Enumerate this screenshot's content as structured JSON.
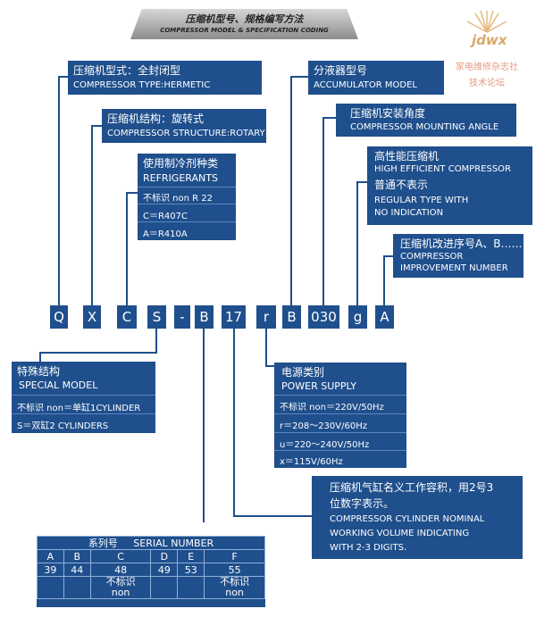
{
  "header": {
    "title": "压缩机型号、规格编写方法",
    "subtitle": "COMPRESSOR MODEL & SPECIFICATION CODING"
  },
  "watermark": {
    "logo": "jdwx",
    "line1": "家电维修杂志社",
    "line2": "技术论坛"
  },
  "model_code": [
    "Q",
    "X",
    "C",
    "S",
    "-",
    "B",
    "17",
    "r",
    "B",
    "030",
    "g",
    "A"
  ],
  "boxes": {
    "compressor_type": {
      "cn": "压缩机型式：全封闭型",
      "en": "COMPRESSOR TYPE:HERMETIC"
    },
    "compressor_structure": {
      "cn": "压缩机结构：旋转式",
      "en": "COMPRESSOR STRUCTURE:ROTARY"
    },
    "refrigerants": {
      "cn": "使用制冷剂种类",
      "en": "REFRIGERANTS",
      "options": [
        "不标识 non   R 22",
        "C＝R407C",
        "A＝R410A"
      ]
    },
    "accumulator": {
      "cn": "分液器型号",
      "en": "ACCUMULATOR MODEL"
    },
    "mounting_angle": {
      "cn": "压缩机安装角度",
      "en": "COMPRESSOR  MOUNTING ANGLE"
    },
    "high_efficient": {
      "cn": "高性能压缩机",
      "en": "HIGH EFFICIENT COMPRESSOR",
      "cn2": "普通不表示",
      "en2a": "REGULAR TYPE WITH",
      "en2b": "NO INDICATION"
    },
    "improvement": {
      "cn": "压缩机改进序号A、B……",
      "en1": "COMPRESSOR",
      "en2": "IMPROVEMENT NUMBER"
    },
    "special_model": {
      "cn": "特殊结构",
      "en": "SPECIAL MODEL",
      "options": [
        "不标识 non＝单缸1CYLINDER",
        "S＝双缸2 CYLINDERS"
      ]
    },
    "power_supply": {
      "cn": "电源类别",
      "en": "POWER SUPPLY",
      "options": [
        "不标识 non＝220V/50Hz",
        "r＝208～230V/60Hz",
        "u＝220～240V/50Hz",
        "x＝115V/60Hz"
      ]
    },
    "cylinder_volume": {
      "cn1": "压缩机气缸名义工作容积，用2号3",
      "cn2": "位数字表示。",
      "en1": "COMPRESSOR CYLINDER NOMINAL",
      "en2": "WORKING VOLUME INDICATING",
      "en3": "WITH 2-3 DIGITS."
    }
  },
  "serial_number": {
    "title_cn": "系列号",
    "title_en": "SERIAL NUMBER",
    "columns": [
      "A",
      "B",
      "C",
      "D",
      "E",
      "F"
    ],
    "values": [
      "39",
      "44",
      "48",
      "49",
      "53",
      "55"
    ],
    "notes": [
      "",
      "",
      "不标识",
      "",
      "",
      "不标识"
    ],
    "notes2": [
      "",
      "",
      "non",
      "",
      "",
      "non"
    ]
  },
  "colors": {
    "box": "#1f4f8c",
    "line": "#1f4f8c",
    "banner": "#9a9a9a"
  }
}
